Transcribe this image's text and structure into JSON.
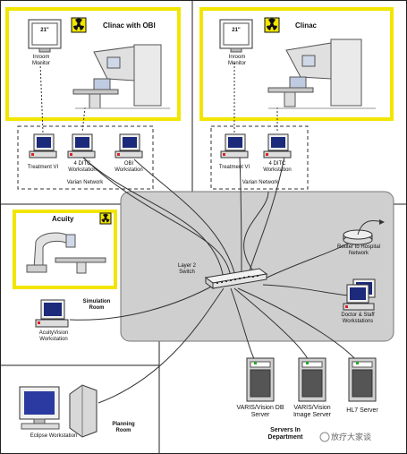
{
  "rooms": {
    "clinac_obi": {
      "title": "Clinac with OBI",
      "monitor_size": "21\"",
      "monitor_label": "Inroom Monitor"
    },
    "clinac": {
      "title": "Clinac",
      "monitor_size": "21\"",
      "monitor_label": "Inroom Monitor"
    },
    "acuity": {
      "title": "Acuity"
    }
  },
  "networks": {
    "left": {
      "label": "Varian Network",
      "workstations": [
        "Treatment VI",
        "4 DITC Workstation",
        "OBI Workstation"
      ]
    },
    "right": {
      "label": "Varian Network",
      "workstations": [
        "Treatment VI",
        "4 DITC Workstation"
      ]
    }
  },
  "switch_label": "Layer 2 Switch",
  "router_label": "Router to Hospital Network",
  "doctor_label": "Doctor & Staff Workstations",
  "simulation": {
    "room_label": "Simulation Room",
    "workstation_label": "AcuityVision Workstation"
  },
  "planning": {
    "room_label": "Planning Room",
    "workstation_label": "Eclipse Workstation"
  },
  "servers": {
    "items": [
      "VARIS/Vision DB Server",
      "VARIS/Vision Image Server",
      "HL7 Server"
    ],
    "dept_label": "Servers In Department"
  },
  "watermark": "放疗大家谈",
  "colors": {
    "highlight": "#f2e600",
    "network_area": "#cfcfcf",
    "radiation": "#f2e600"
  }
}
